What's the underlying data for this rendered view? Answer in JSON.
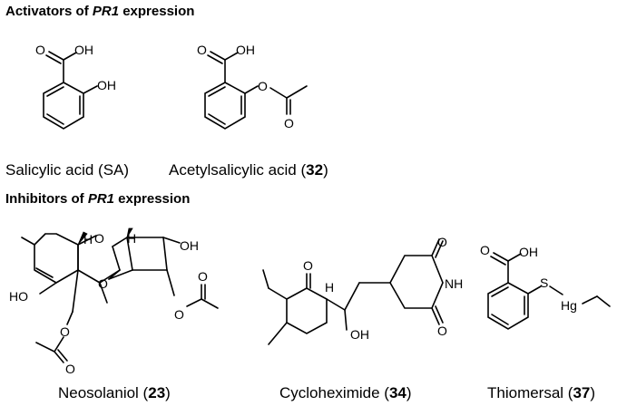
{
  "sections": {
    "activators": {
      "prefix": "Activators of ",
      "gene": "PR1",
      "suffix": " expression"
    },
    "inhibitors": {
      "prefix": "Inhibitors of ",
      "gene": "PR1",
      "suffix": " expression"
    }
  },
  "compounds": [
    {
      "name": "Salicylic acid (SA)",
      "number": ""
    },
    {
      "name": "Acetylsalicylic acid (",
      "number": "32",
      "close": ")"
    },
    {
      "name": "Neosolaniol (",
      "number": "23",
      "close": ")"
    },
    {
      "name": "Cycloheximide (",
      "number": "34",
      "close": ")"
    },
    {
      "name": "Thiomersal (",
      "number": "37",
      "close": ")"
    }
  ],
  "atom_labels": {
    "O": "O",
    "OH": "OH",
    "HO": "HO",
    "H": "H",
    "NH": "NH",
    "S": "S",
    "Hg": "Hg"
  }
}
